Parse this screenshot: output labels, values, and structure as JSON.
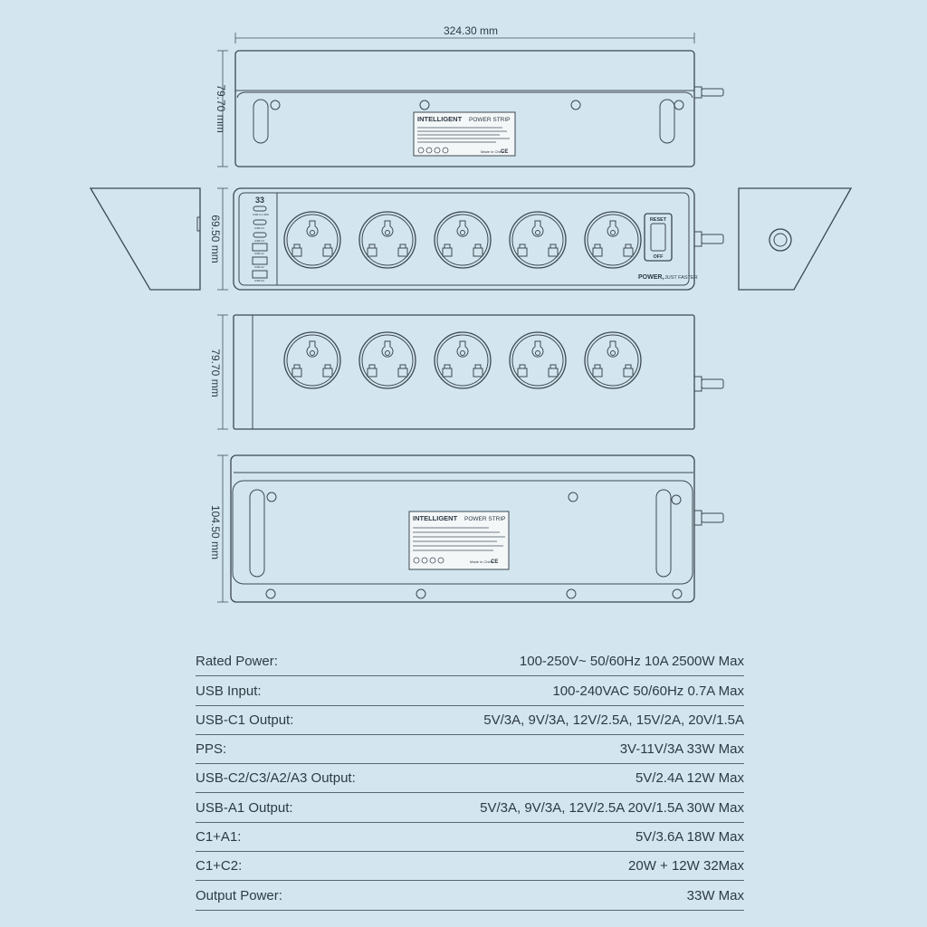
{
  "dimensions": {
    "width": "324.30 mm",
    "top_height": "79.70 mm",
    "front_height": "69.50 mm",
    "side_height": "79.70 mm",
    "bottom_height": "104.50 mm"
  },
  "label": {
    "brand": "INTELLIGENT",
    "product": "POWER STRIP",
    "made_in": "Made in China"
  },
  "front_panel": {
    "badge": "33",
    "port_labels": [
      "USB-C1 33W",
      "USB-C2",
      "USB-C3",
      "USB-A1",
      "USB-A2",
      "USB-A3"
    ],
    "switch_on": "RESET",
    "switch_off": "OFF",
    "tagline_bold": "POWER,",
    "tagline_rest": "JUST FASTER"
  },
  "specs": [
    {
      "label": "Rated Power:",
      "value": "100-250V~ 50/60Hz 10A 2500W Max"
    },
    {
      "label": "USB Input:",
      "value": "100-240VAC 50/60Hz 0.7A Max"
    },
    {
      "label": "USB-C1 Output:",
      "value": "5V/3A, 9V/3A, 12V/2.5A, 15V/2A, 20V/1.5A"
    },
    {
      "label": "PPS:",
      "value": "3V-11V/3A 33W Max"
    },
    {
      "label": "USB-C2/C3/A2/A3 Output:",
      "value": "5V/2.4A 12W Max"
    },
    {
      "label": "USB-A1 Output:",
      "value": "5V/3A, 9V/3A, 12V/2.5A 20V/1.5A 30W Max"
    },
    {
      "label": "C1+A1:",
      "value": "5V/3.6A 18W Max"
    },
    {
      "label": "C1+C2:",
      "value": "20W + 12W 32Max"
    },
    {
      "label": "Output Power:",
      "value": "33W Max"
    }
  ],
  "colors": {
    "background": "#d3e6ef",
    "line": "#3c4852",
    "label_panel": "#f4f7f8"
  }
}
